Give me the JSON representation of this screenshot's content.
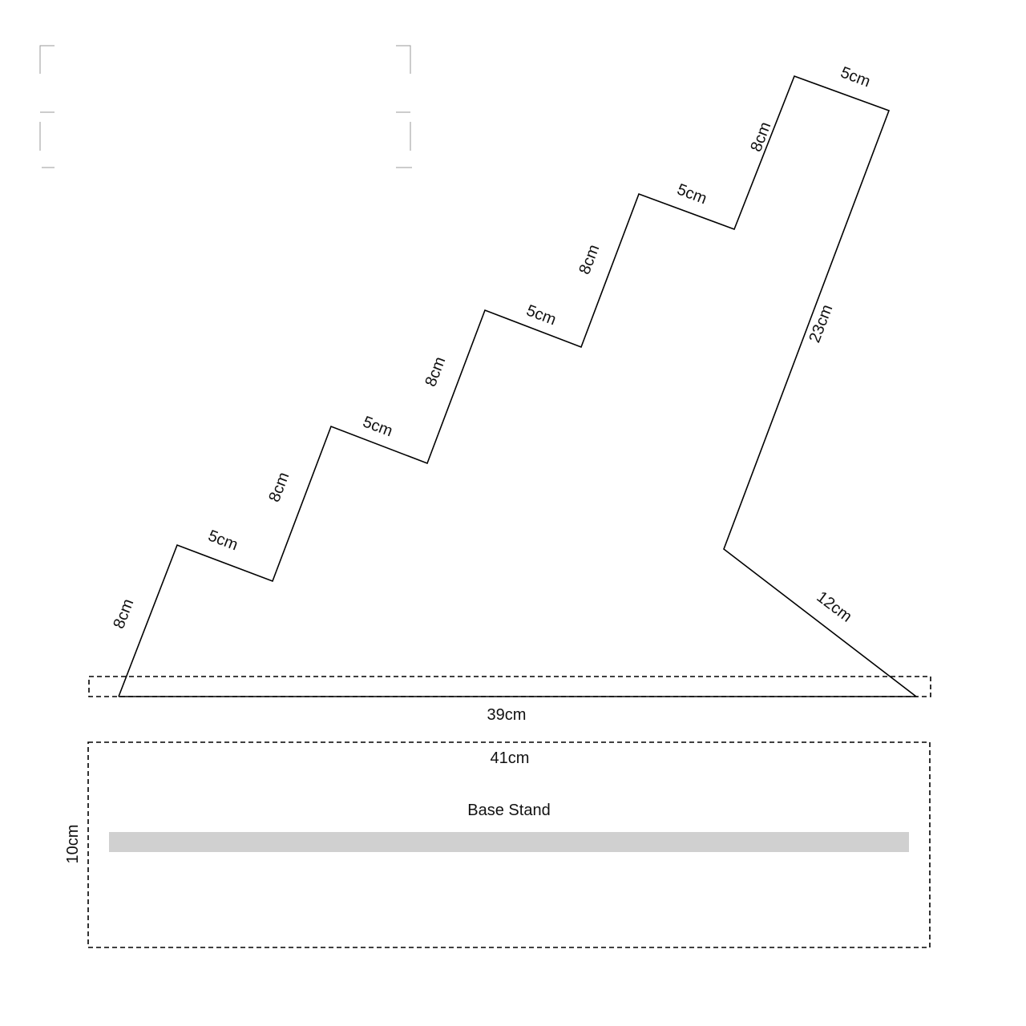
{
  "diagram": {
    "colors": {
      "line": "#000000",
      "strip": "#d0d0d0",
      "background": "#ffffff",
      "crop_marks": "#9a9a9a"
    },
    "labels": {
      "rise1": "8cm",
      "tread1": "5cm",
      "rise2": "8cm",
      "tread2": "5cm",
      "rise3": "8cm",
      "tread3": "5cm",
      "rise4": "8cm",
      "tread4": "5cm",
      "rise5": "8cm",
      "tread5": "5cm",
      "back": "23cm",
      "foot": "12cm",
      "bottom": "39cm",
      "base_width": "41cm",
      "base_title": "Base Stand",
      "base_height": "10cm"
    }
  }
}
